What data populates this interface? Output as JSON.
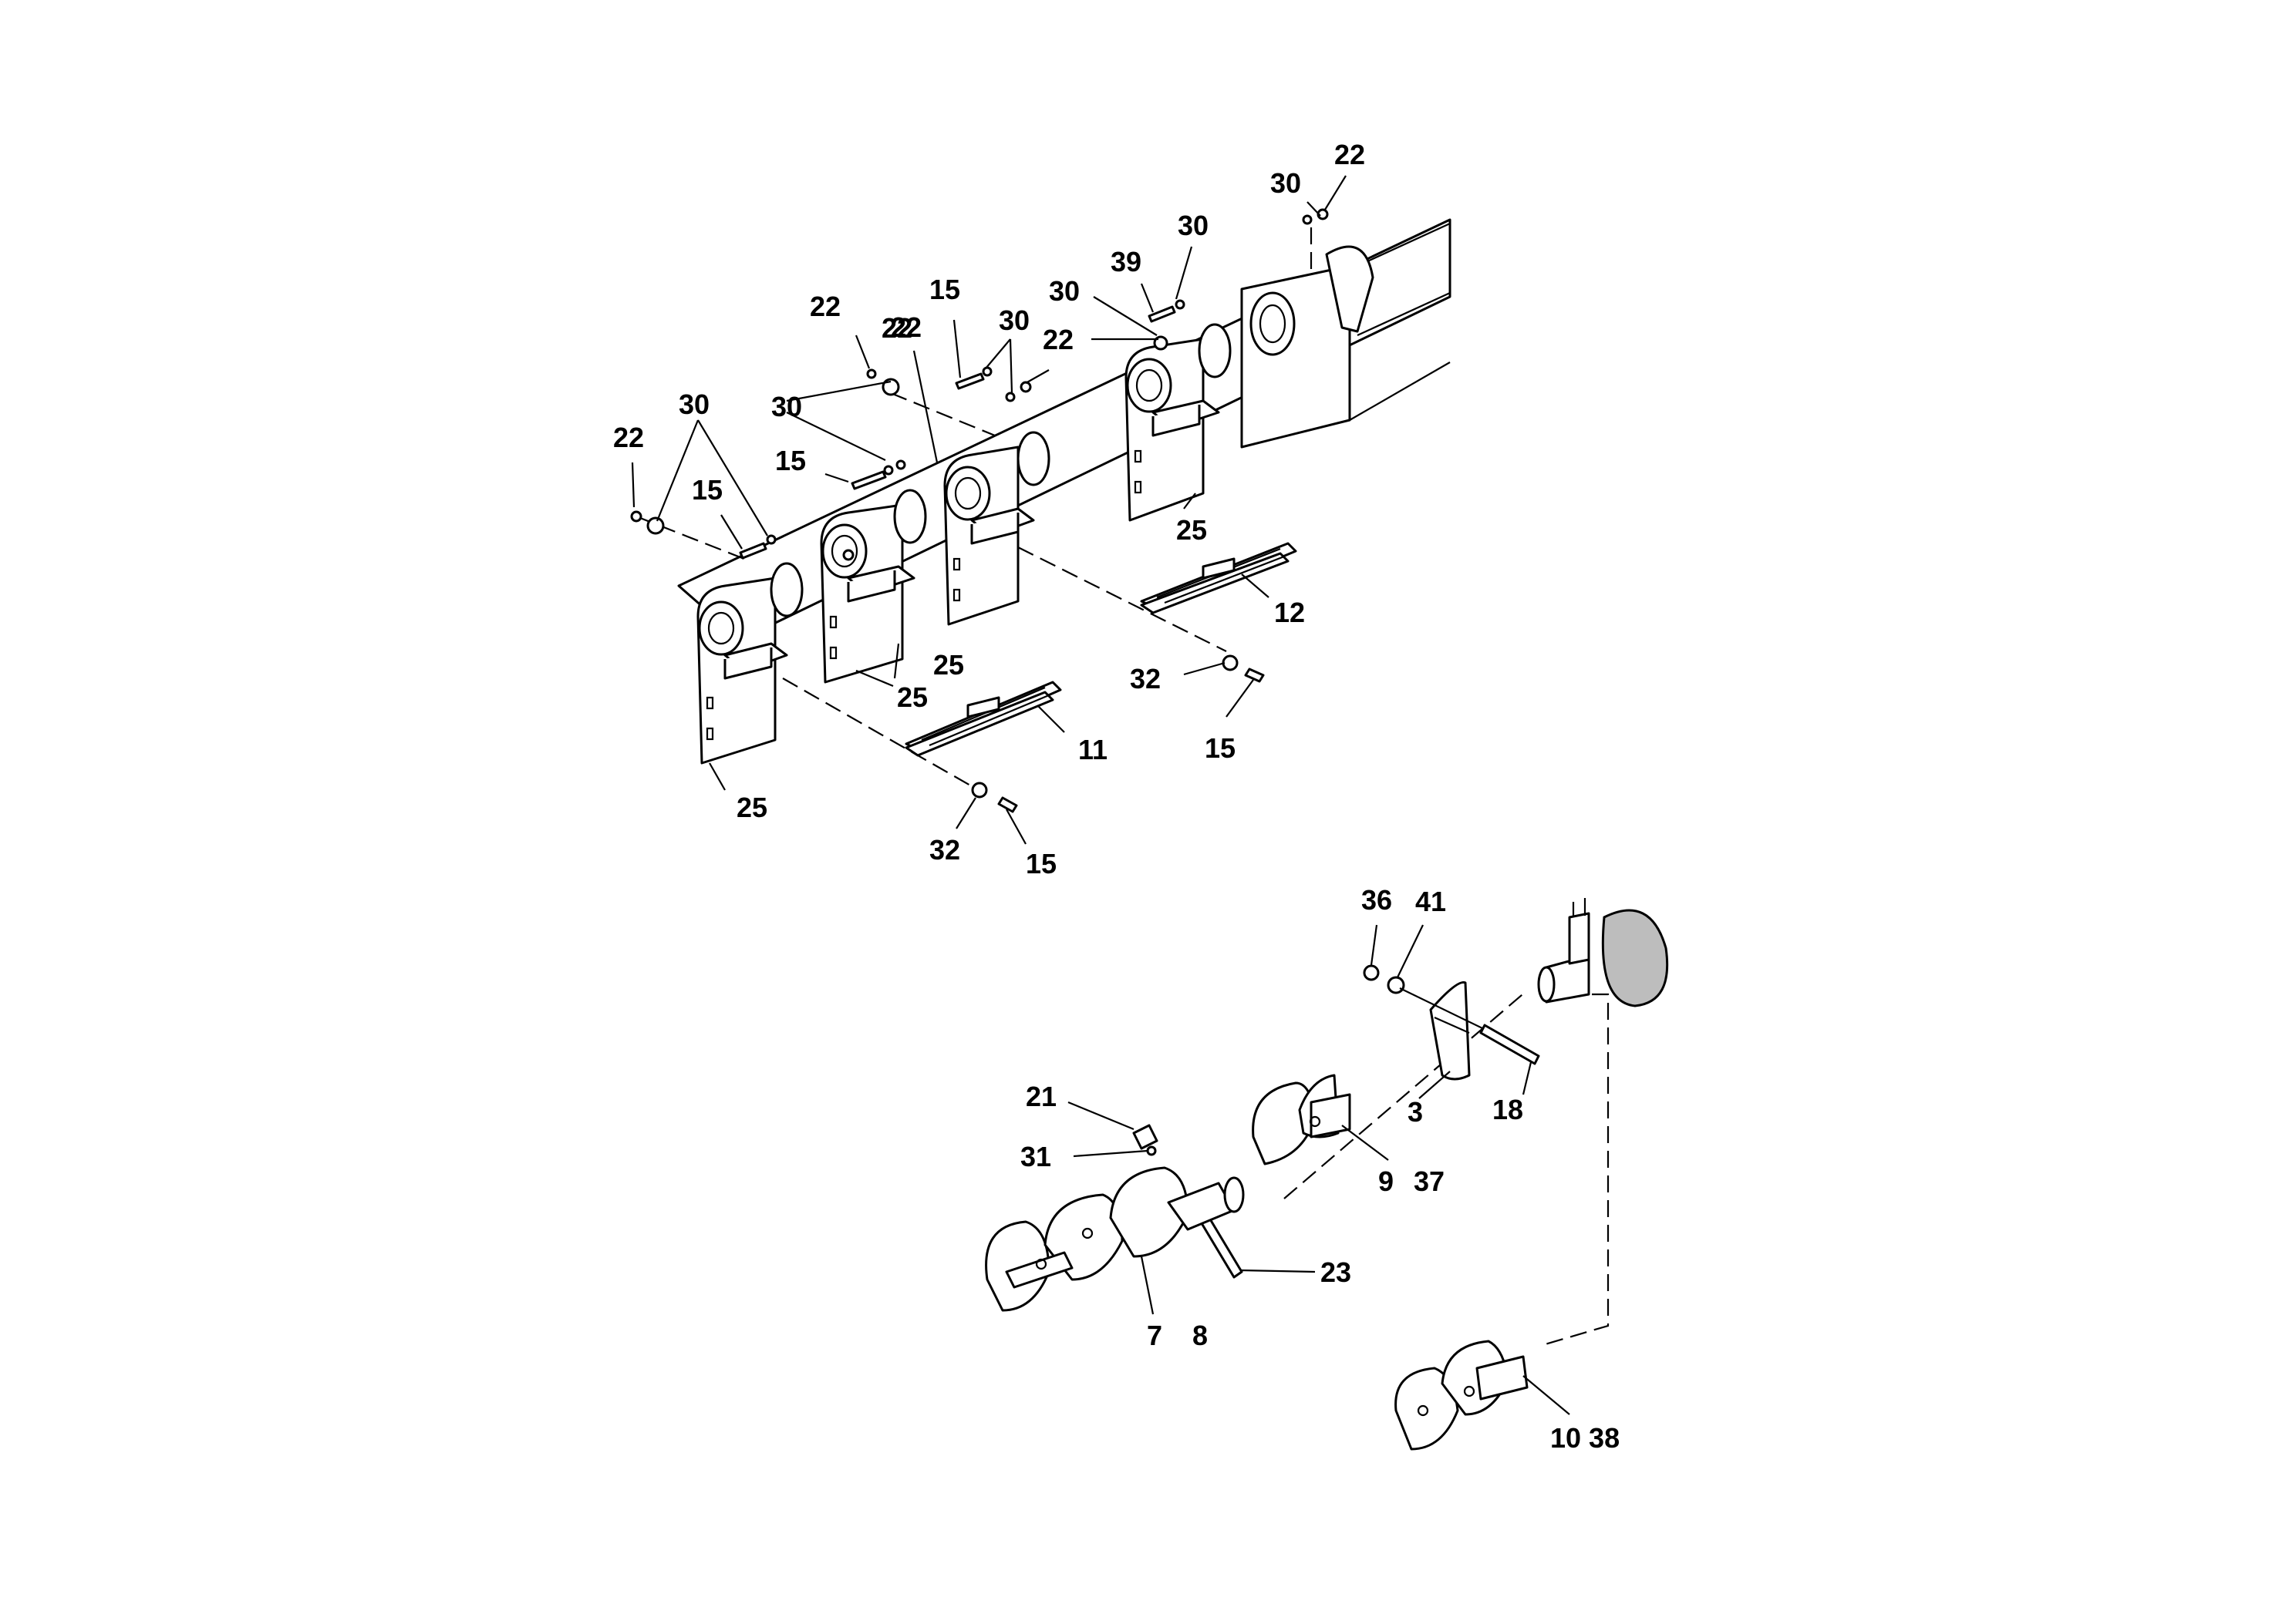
{
  "diagram": {
    "callouts": [
      {
        "id": "c22a",
        "label": "22"
      },
      {
        "id": "c30a",
        "label": "30"
      },
      {
        "id": "c22b",
        "label": "22"
      },
      {
        "id": "c15a",
        "label": "15"
      },
      {
        "id": "c30b",
        "label": "30"
      },
      {
        "id": "c22c",
        "label": "22"
      },
      {
        "id": "c30c",
        "label": "30"
      },
      {
        "id": "c39",
        "label": "39"
      },
      {
        "id": "c22d",
        "label": "22"
      },
      {
        "id": "c30d",
        "label": "30"
      },
      {
        "id": "c22e",
        "label": "22"
      },
      {
        "id": "c30e",
        "label": "30"
      },
      {
        "id": "c22f",
        "label": "22"
      },
      {
        "id": "c15b",
        "label": "15"
      },
      {
        "id": "c15c",
        "label": "15"
      },
      {
        "id": "c30f",
        "label": "30"
      },
      {
        "id": "c25a",
        "label": "25"
      },
      {
        "id": "c12",
        "label": "12"
      },
      {
        "id": "c25b",
        "label": "25"
      },
      {
        "id": "c25c",
        "label": "25"
      },
      {
        "id": "c32a",
        "label": "32"
      },
      {
        "id": "c15d",
        "label": "15"
      },
      {
        "id": "c11",
        "label": "11"
      },
      {
        "id": "c25d",
        "label": "25"
      },
      {
        "id": "c32b",
        "label": "32"
      },
      {
        "id": "c15e",
        "label": "15"
      },
      {
        "id": "c36",
        "label": "36"
      },
      {
        "id": "c41",
        "label": "41"
      },
      {
        "id": "c3",
        "label": "3"
      },
      {
        "id": "c18",
        "label": "18"
      },
      {
        "id": "c21",
        "label": "21"
      },
      {
        "id": "c31",
        "label": "31"
      },
      {
        "id": "c9",
        "label": "9"
      },
      {
        "id": "c37",
        "label": "37"
      },
      {
        "id": "c23",
        "label": "23"
      },
      {
        "id": "c7",
        "label": "7"
      },
      {
        "id": "c8",
        "label": "8"
      },
      {
        "id": "c1038",
        "label": "10 38"
      }
    ]
  }
}
